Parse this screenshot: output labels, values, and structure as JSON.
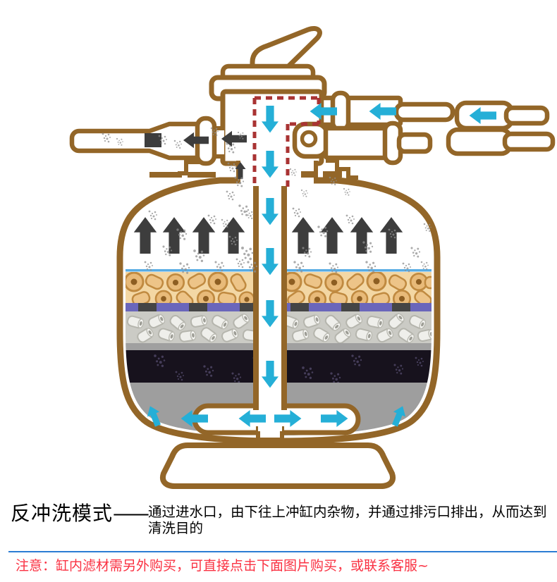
{
  "caption": {
    "title": "反冲洗模式",
    "dash": "——",
    "desc_line1": "通过进水口，由下往上冲缸内杂物，并通过排污口排出，从而达到",
    "desc_line2": "清洗目的"
  },
  "notice": {
    "text": "注意：缸内滤材需另外购买，可直接点击下面图片购买，或联系客服~"
  },
  "diagram": {
    "subject": "sand-filter-tank-backwash-flow-diagram",
    "flow_arrow_color_clean": "#25afd7",
    "flow_arrow_color_waste": "#3d3d3d",
    "valve_channel_dash_color": "#a93333",
    "outline_color": "#936628",
    "media_tray_color": "#6a66bb",
    "water_line_color": "#58ace4",
    "bottom_chamber_color": "#9e9e9e"
  },
  "colors": {
    "divider_blue": "#2b7cd3",
    "notice_red": "#fa3142",
    "background": "#ffffff"
  }
}
